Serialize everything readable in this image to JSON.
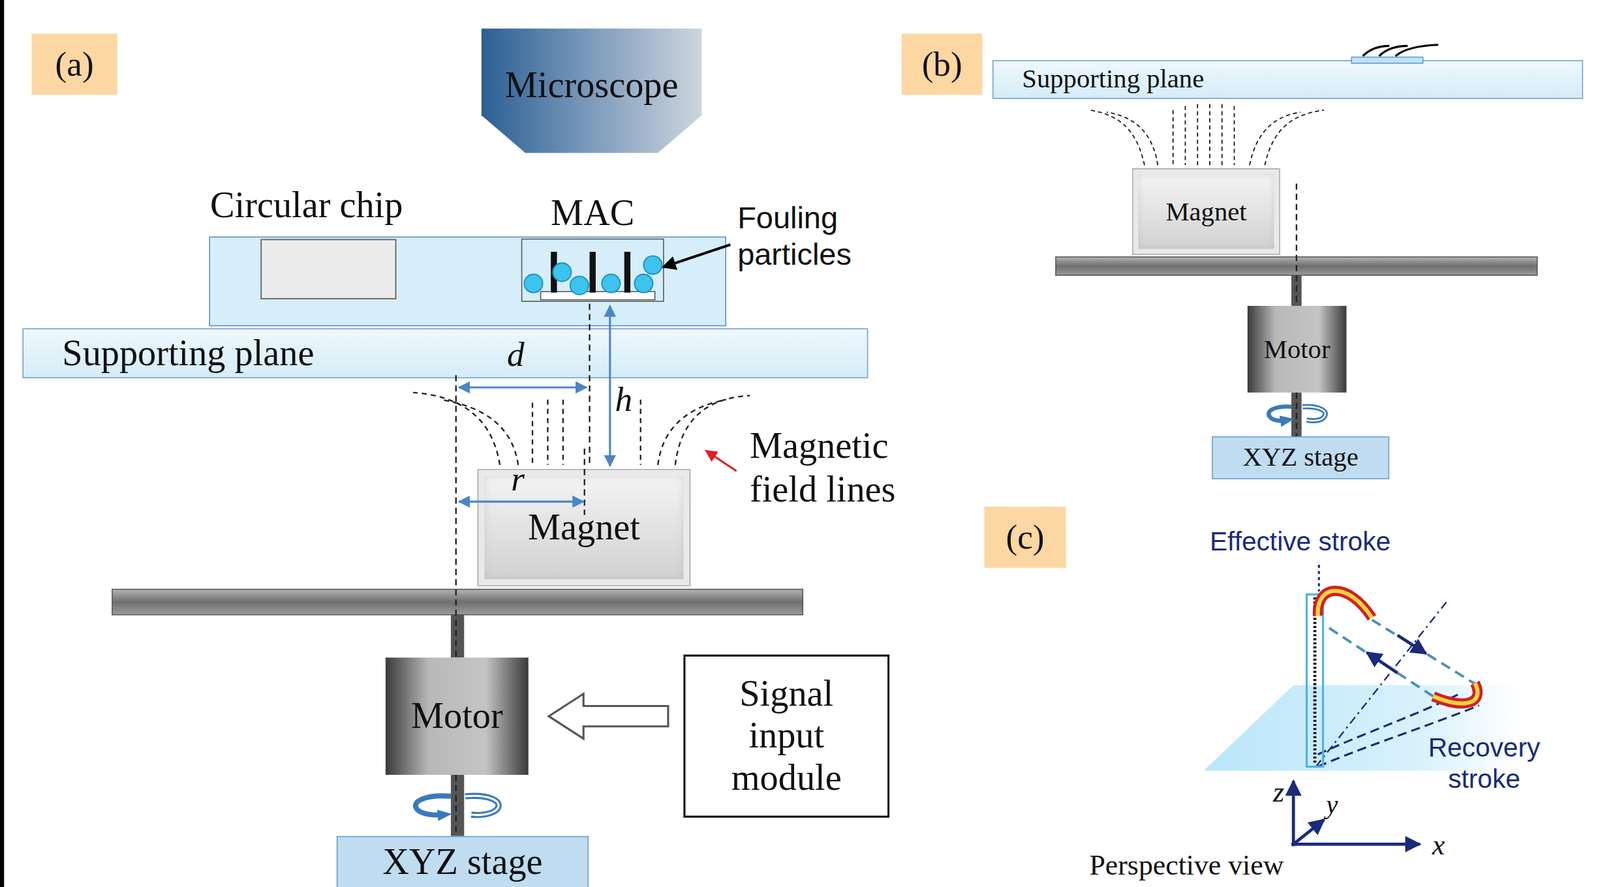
{
  "diagram": {
    "nodes": [
      {
        "text": [
          "(a)"
        ]
      },
      {
        "text": [
          "Microscope"
        ]
      },
      {
        "text": [
          "Circular chip"
        ]
      },
      {
        "text": [
          "MAC"
        ],
        "in": 2
      },
      {
        "text": [
          "Supporting plane"
        ]
      },
      {
        "text": [
          "Magnet"
        ]
      },
      {
        "text": [
          "Motor"
        ]
      },
      {
        "text": [
          "Signal input module"
        ]
      },
      {
        "text": [
          "XYZ stage"
        ]
      },
      {
        "text": [
          "(b)"
        ]
      },
      {
        "text": [
          "Supporting plane"
        ]
      },
      {
        "text": [
          "Magnet"
        ]
      },
      {
        "text": [
          "Motor"
        ]
      },
      {
        "text": [
          "XYZ stage"
        ]
      },
      {
        "text": [
          "(c)"
        ]
      }
    ],
    "edges": [
      {
        "from": 7,
        "to": 6,
        "arrow": "to"
      }
    ],
    "labels": [
      "Fouling particles",
      "d",
      "h",
      "r",
      "Magnetic field lines",
      "Effective stroke",
      "Recovery stroke",
      "z",
      "y",
      "x",
      "Perspective view"
    ]
  }
}
